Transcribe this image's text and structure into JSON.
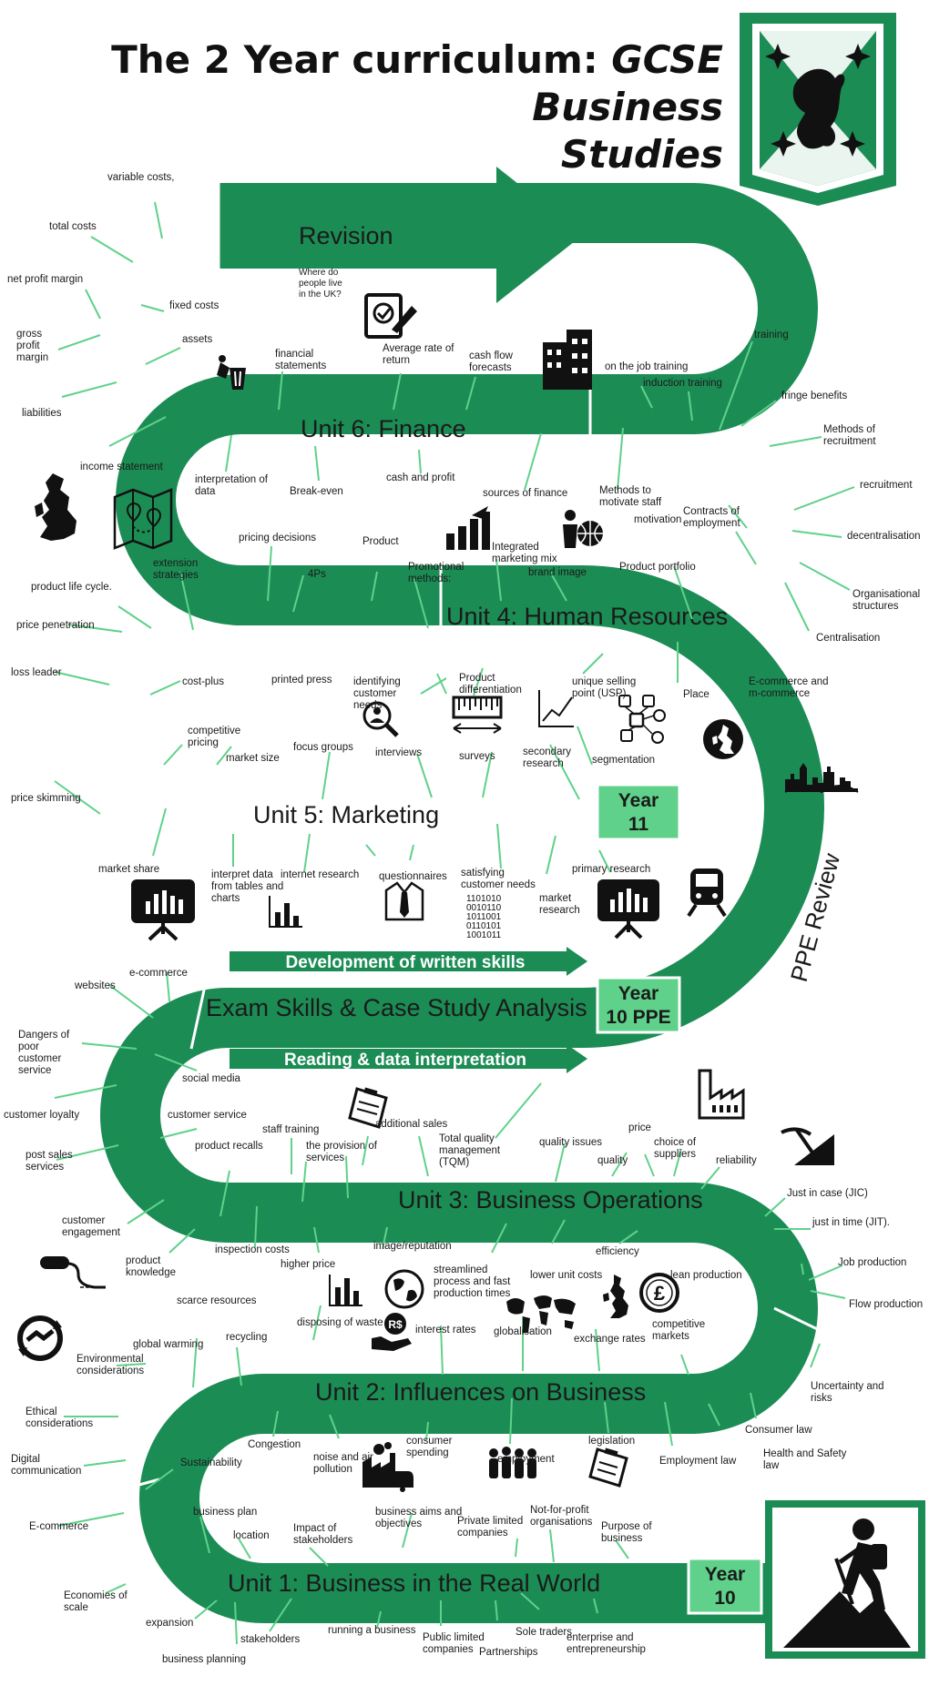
{
  "title": {
    "prefix": "The 2 Year curriculum: ",
    "emphasis_line1": "GCSE Business",
    "emphasis_line2": "Studies"
  },
  "colors": {
    "track": "#1c8c55",
    "track_dark": "#14704a",
    "highlight": "#5fd18a",
    "leader": "#5fd18a",
    "text": "#1a1a1a"
  },
  "units": {
    "revision": "Revision",
    "finance": "Unit 6: Finance",
    "hr": "Unit 4: Human Resources",
    "marketing": "Unit 5: Marketing",
    "exam": "Exam Skills & Case Study Analysis",
    "operations": "Unit 3: Business Operations",
    "influences": "Unit 2: Influences on Business",
    "real_world": "Unit 1: Business in the Real World",
    "ppe_review": "PPE Review"
  },
  "year_boxes": {
    "y11": [
      "Year",
      "11"
    ],
    "y10ppe": [
      "Year",
      "10 PPE"
    ],
    "y10": [
      "Year",
      "10"
    ]
  },
  "banners": {
    "written": "Development of written skills",
    "reading": "Reading & data interpretation"
  },
  "labels": {
    "variable_costs": "variable costs,",
    "total_costs": "total costs",
    "net_profit_margin": "net profit margin",
    "gross_profit_margin": [
      "gross",
      "profit",
      "margin"
    ],
    "liabilities": "liabilities",
    "fixed_costs": "fixed costs",
    "assets": "assets",
    "financial_statements": [
      "financial",
      "statements"
    ],
    "average_rate": [
      "Average rate of",
      "return"
    ],
    "cash_flow": [
      "cash flow",
      "forecasts"
    ],
    "where_live": [
      "Where do",
      "people live",
      "in the UK?"
    ],
    "income_statement": "income statement",
    "interpretation_data": [
      "interpretation of",
      "data"
    ],
    "break_even": "Break-even",
    "cash_profit": "cash and profit",
    "sources_finance": "sources of finance",
    "training": "training",
    "on_job": "on the job training",
    "induction": "induction training",
    "fringe": "fringe benefits",
    "methods_recruitment": [
      "Methods of",
      "recruitment"
    ],
    "recruitment": "recruitment",
    "methods_motivate": [
      "Methods to",
      "motivate staff"
    ],
    "motivation": "motivation",
    "contracts": [
      "Contracts of",
      "employment"
    ],
    "decentralisation": "decentralisation",
    "org_structures": [
      "Organisational",
      "structures"
    ],
    "centralisation": "Centralisation",
    "pricing_decisions": "pricing decisions",
    "product": "Product",
    "extension": [
      "extension",
      "strategies"
    ],
    "four_ps": "4Ps",
    "promotional": [
      "Promotional",
      "methods:"
    ],
    "integrated": [
      "Integrated",
      "marketing mix"
    ],
    "brand_image": "brand image",
    "product_portfolio": "Product portfolio",
    "plc": "product life cycle.",
    "price_penetration": "price penetration",
    "loss_leader": "loss leader",
    "cost_plus": "cost-plus",
    "printed_press": "printed press",
    "identifying": [
      "identifying",
      "customer",
      "needs"
    ],
    "product_diff": [
      "Product",
      "differentiation"
    ],
    "usp": [
      "unique selling",
      "point (USP)"
    ],
    "place": "Place",
    "ecommerce_m": [
      "E-commerce and",
      "m-commerce"
    ],
    "competitive_pricing": [
      "competitive",
      "pricing"
    ],
    "market_size": "market size",
    "focus_groups": "focus groups",
    "interviews": "interviews",
    "surveys": "surveys",
    "secondary": [
      "secondary",
      "research"
    ],
    "segmentation": "segmentation",
    "price_skimming": "price skimming",
    "market_share": "market share",
    "interpret_tables": [
      "interpret data",
      "from tables and",
      "charts"
    ],
    "internet_research": "internet research",
    "questionnaires": "questionnaires",
    "satisfying": [
      "satisfying",
      "customer needs"
    ],
    "primary": "primary research",
    "market_research": [
      "market",
      "research"
    ],
    "ecommerce": "e-commerce",
    "websites": "websites",
    "dangers": [
      "Dangers of",
      "poor",
      "customer",
      "service"
    ],
    "social_media": "social media",
    "customer_loyalty": "customer loyalty",
    "customer_service": "customer service",
    "staff_training": "staff training",
    "additional_sales": "additional sales",
    "tqm": [
      "Total quality",
      "management",
      "(TQM)"
    ],
    "quality_issues": "quality issues",
    "price": "price",
    "choice_suppliers": [
      "choice of",
      "suppliers"
    ],
    "quality": "quality",
    "reliability": "reliability",
    "post_sales": [
      "post sales",
      "services"
    ],
    "product_recalls": "product recalls",
    "provision": [
      "the provision of",
      "services"
    ],
    "jic": "Just in case (JIC)",
    "jit": "just in time (JIT).",
    "customer_engagement": [
      "customer",
      "engagement"
    ],
    "inspection": "inspection costs",
    "image_rep": "image/reputation",
    "efficiency": "efficiency",
    "job_production": "Job production",
    "product_knowledge": [
      "product",
      "knowledge"
    ],
    "higher_price": "higher price",
    "streamlined": [
      "streamlined",
      "process and fast",
      "production times"
    ],
    "lower_unit": "lower unit costs",
    "lean": "lean production",
    "flow_production": "Flow production",
    "scarce": "scarce resources",
    "disposing": "disposing of waste",
    "interest": "interest rates",
    "globalisation": "globalisation",
    "exchange": "exchange rates",
    "competitive_markets": [
      "competitive",
      "markets"
    ],
    "global_warming": "global warming",
    "recycling": "recycling",
    "environmental": [
      "Environmental",
      "considerations"
    ],
    "uncertainty": [
      "Uncertainty and",
      "risks"
    ],
    "ethical": [
      "Ethical",
      "considerations"
    ],
    "congestion": "Congestion",
    "noise": [
      "noise and air",
      "pollution"
    ],
    "consumer_spending": [
      "consumer",
      "spending"
    ],
    "employment": "employment",
    "legislation": "legislation",
    "employment_law": "Employment law",
    "consumer_law": "Consumer law",
    "health_safety": [
      "Health and Safety",
      "law"
    ],
    "digital": [
      "Digital",
      "communication"
    ],
    "sustainability": "Sustainability",
    "ecommerce2": "E-commerce",
    "business_plan": "business plan",
    "location": "location",
    "impact": [
      "Impact of",
      "stakeholders"
    ],
    "aims": [
      "business aims and",
      "objectives"
    ],
    "private_ltd": [
      "Private limited",
      "companies"
    ],
    "nfp": [
      "Not-for-profit",
      "organisations"
    ],
    "purpose": [
      "Purpose of",
      "business"
    ],
    "economies": [
      "Economies of",
      "scale"
    ],
    "expansion": "expansion",
    "stakeholders": "stakeholders",
    "running": "running a business",
    "public_ltd": [
      "Public limited",
      "companies"
    ],
    "partnerships": "Partnerships",
    "sole_traders": "Sole traders",
    "enterprise": [
      "enterprise and",
      "entrepreneurship"
    ],
    "business_planning": "business planning"
  },
  "icons": [
    "crest-lion-icon",
    "trash-bin-icon",
    "checklist-icon",
    "office-building-icon",
    "uk-map-icon",
    "folded-map-icon",
    "bar-growth-icon",
    "person-globe-icon",
    "magnifier-person-icon",
    "ruler-measure-icon",
    "line-graph-icon",
    "segmentation-diagram-icon",
    "uk-map-round-icon",
    "skyline-icon",
    "presentation-board-icon",
    "bar-chart-icon",
    "shirt-tie-icon",
    "binary-code-icon",
    "train-icon",
    "clipboard-icon",
    "factory-icon",
    "mining-icon",
    "pipe-spill-icon",
    "recycle-hands-icon",
    "globe-icon",
    "money-hand-icon",
    "world-map-icon",
    "pound-coin-icon",
    "polluting-factory-icon",
    "team-people-icon",
    "hiker-summit-icon"
  ]
}
